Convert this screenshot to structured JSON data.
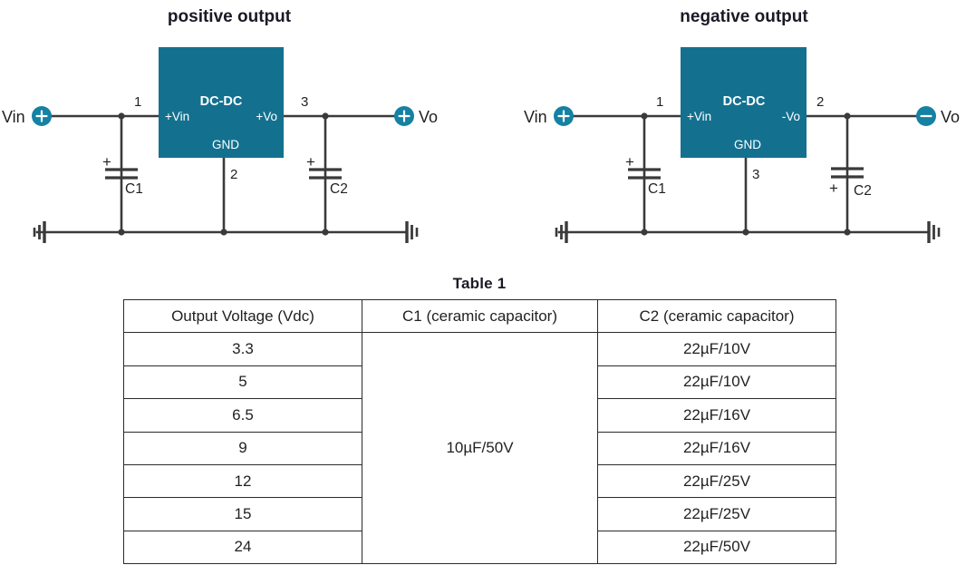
{
  "diagrams": [
    {
      "id": "positive-output",
      "title": "positive output",
      "block_label": "DC-DC",
      "pins": {
        "vin_label": "+Vin",
        "vout_label": "+Vo",
        "gnd_label": "GND",
        "vin_number": "1",
        "gnd_number": "2",
        "vout_number": "3"
      },
      "input_terminal": {
        "label": "Vin",
        "polarity": "+"
      },
      "output_terminal": {
        "label": "Vo",
        "polarity": "+"
      },
      "capacitors": [
        {
          "name": "C1",
          "polarity": "+",
          "polarity_position": "top"
        },
        {
          "name": "C2",
          "polarity": "+",
          "polarity_position": "top"
        }
      ]
    },
    {
      "id": "negative-output",
      "title": "negative output",
      "block_label": "DC-DC",
      "pins": {
        "vin_label": "+Vin",
        "vout_label": "-Vo",
        "gnd_label": "GND",
        "vin_number": "1",
        "gnd_number": "3",
        "vout_number": "2"
      },
      "input_terminal": {
        "label": "Vin",
        "polarity": "+"
      },
      "output_terminal": {
        "label": "Vo",
        "polarity": "-"
      },
      "capacitors": [
        {
          "name": "C1",
          "polarity": "+",
          "polarity_position": "top"
        },
        {
          "name": "C2",
          "polarity": "+",
          "polarity_position": "bottom"
        }
      ]
    }
  ],
  "table": {
    "title": "Table 1",
    "headers": [
      "Output Voltage (Vdc)",
      "C1 (ceramic capacitor)",
      "C2 (ceramic capacitor)"
    ],
    "c1_value": "10µF/50V",
    "rows": [
      {
        "vout": "3.3",
        "c2": "22µF/10V"
      },
      {
        "vout": "5",
        "c2": "22µF/10V"
      },
      {
        "vout": "6.5",
        "c2": "22µF/16V"
      },
      {
        "vout": "9",
        "c2": "22µF/16V"
      },
      {
        "vout": "12",
        "c2": "22µF/25V"
      },
      {
        "vout": "15",
        "c2": "22µF/25V"
      },
      {
        "vout": "24",
        "c2": "22µF/50V"
      }
    ]
  },
  "colors": {
    "block_fill": "#13718f",
    "terminal_fill": "#1581a3",
    "wire": "#3a3a3a",
    "text": "#231f20",
    "title": "#1a1a26"
  }
}
